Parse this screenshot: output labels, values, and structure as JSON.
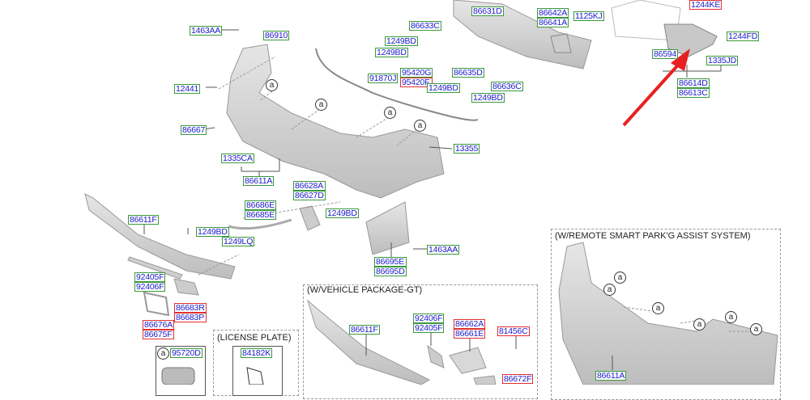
{
  "diagram": {
    "callout_letter": "a",
    "parts": {
      "p1463AA_top": "1463AA",
      "p86910": "86910",
      "p12441": "12441",
      "p86667": "86667",
      "p1335CA": "1335CA",
      "p86611A": "86611A",
      "p86633C": "86633C",
      "p86631D": "86631D",
      "p1249BD_a": "1249BD",
      "p1249BD_b": "1249BD",
      "p95420G": "95420G",
      "p95420F": "95420F",
      "p91870J": "91870J",
      "p1249BD_c": "1249BD",
      "p86635D": "86635D",
      "p86636C": "86636C",
      "p1249BD_d": "1249BD",
      "p13355": "13355",
      "p86642A": "86642A",
      "p86641A": "86641A",
      "p1125KJ": "1125KJ",
      "p1244KE": "1244KE",
      "p1244FD": "1244FD",
      "p86594": "86594",
      "p1335JD": "1335JD",
      "p86614D": "86614D",
      "p86613C": "86613C",
      "p86628A": "86628A",
      "p86627D": "86627D",
      "p86686E": "86686E",
      "p86685E": "86685E",
      "p1249BD_e": "1249BD",
      "p86611F": "86611F",
      "p1249BD_f": "1249BD",
      "p1249LQ": "1249LQ",
      "p1463AA_low": "1463AA",
      "p86695E": "86695E",
      "p86695D": "86695D",
      "p92405F": "92405F",
      "p92406F": "92406F",
      "p86683R": "86683R",
      "p86683P": "86683P",
      "p86676A": "86676A",
      "p86675F": "86675F",
      "p95720D": "95720D",
      "p84182K": "84182K",
      "gt_86611F": "86611F",
      "gt_92406F": "92406F",
      "gt_92405F": "92405F",
      "gt_86662A": "86662A",
      "gt_86661E": "86661E",
      "gt_81456C": "81456C",
      "gt_86672F": "86672F",
      "rspa_86611A": "86611A"
    },
    "sections": {
      "license_plate": "(LICENSE PLATE)",
      "vehicle_package_gt": "(W/VEHICLE PACKAGE-GT)",
      "remote_park_assist": "(W/REMOTE SMART PARK'G ASSIST SYSTEM)"
    },
    "colors": {
      "label_text": "#1a1acc",
      "std_border": "#3a9a3a",
      "highlight_border": "#e03030",
      "arrow": "#e82020",
      "part_fill": "#d4d4d4"
    }
  }
}
